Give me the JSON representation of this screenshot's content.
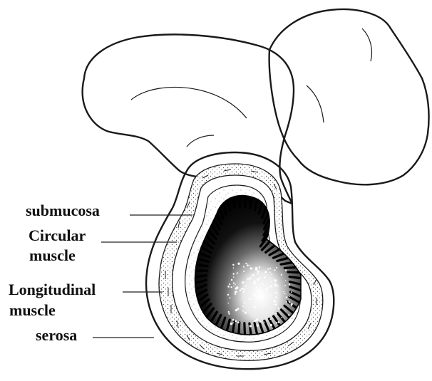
{
  "labels": {
    "submucosa": "submucosa",
    "circular_line1": "Circular",
    "circular_line2": "muscle",
    "longitudinal_line1": "Longitudinal",
    "longitudinal_line2": "muscle",
    "serosa": "serosa"
  }
}
